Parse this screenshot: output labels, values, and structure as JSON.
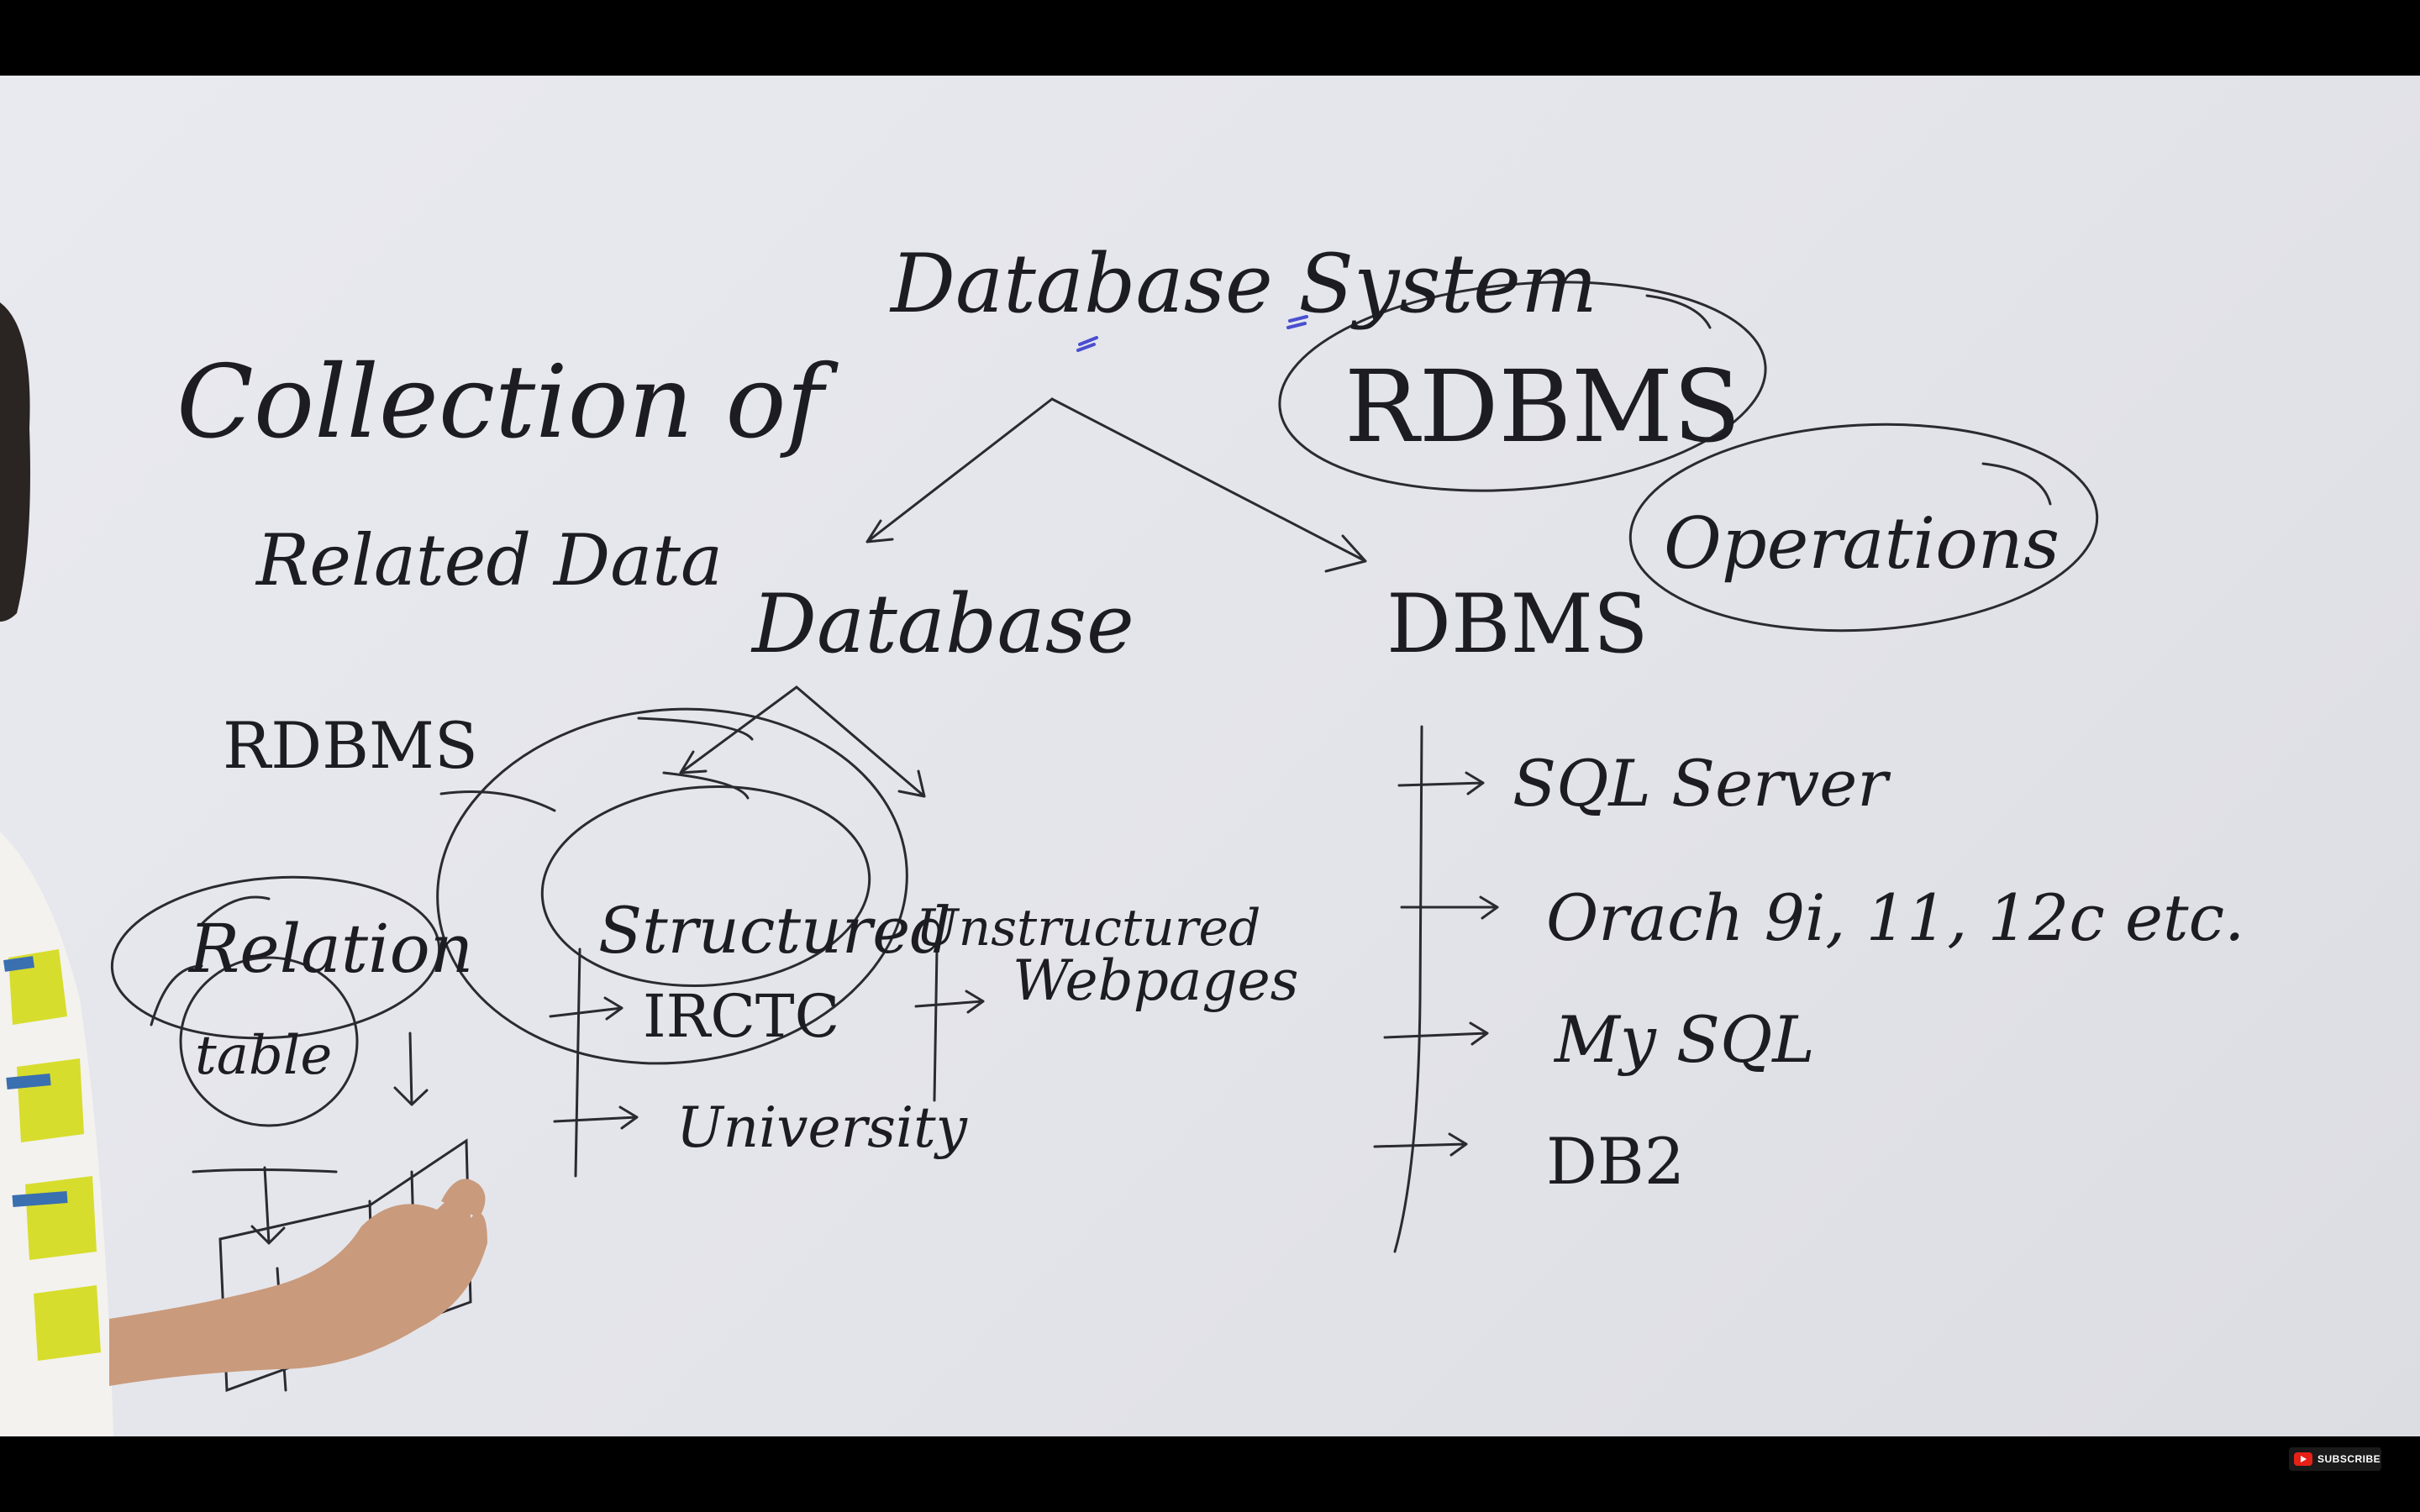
{
  "whiteboard": {
    "title": "Database System",
    "definition_line1": "Collection of",
    "definition_line2": "Related Data",
    "rdbms_bubble": "RDBMS",
    "operations_bubble": "Operations",
    "left_branch": "Database",
    "right_branch": "DBMS",
    "rdbms_note": "RDBMS",
    "structured": "Structured",
    "unstructured": "Unstructured",
    "relation": "Relation",
    "table": "table",
    "structured_examples": [
      "IRCTC",
      "University"
    ],
    "unstructured_examples": [
      "Webpages"
    ],
    "dbms_examples": [
      "SQL Server",
      "Orach 9i, 11, 12c etc.",
      "My SQL",
      "DB2"
    ]
  },
  "player": {
    "subscribe_label": "SUBSCRIBE"
  },
  "colors": {
    "ink": "#1c1c22",
    "board": "#e6e7ed",
    "letterbox": "#000000",
    "accent_blue": "#4a4fd0",
    "subscribe_red": "#e62117"
  }
}
